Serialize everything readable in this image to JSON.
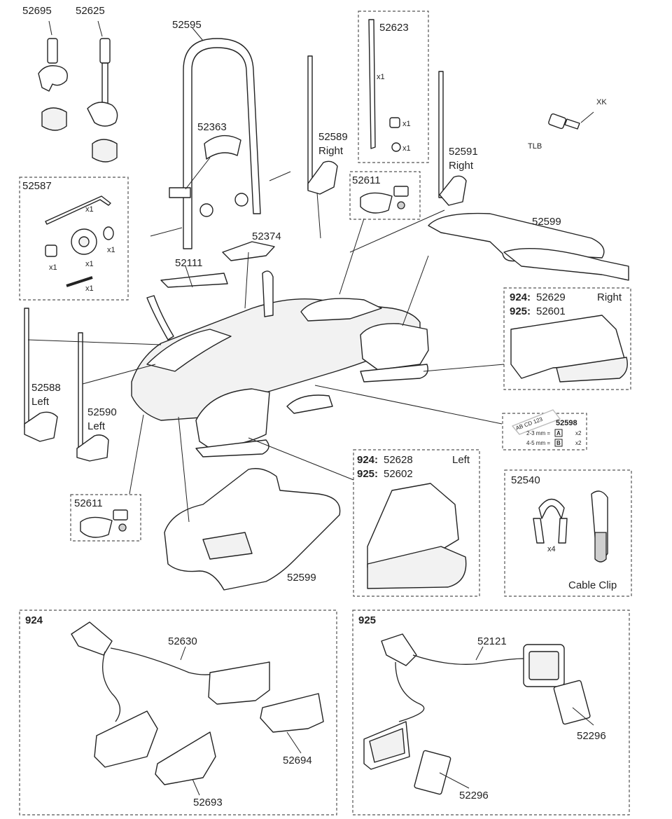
{
  "parts": {
    "p52695": "52695",
    "p52625": "52625",
    "p52595": "52595",
    "p52623": "52623",
    "p52363": "52363",
    "p52589": "52589",
    "p52589_side": "Right",
    "p52591": "52591",
    "p52591_side": "Right",
    "xk": "XK",
    "tlb": "TLB",
    "p52587": "52587",
    "p52611_top": "52611",
    "p52374": "52374",
    "p52599_top": "52599",
    "p52111": "52111",
    "p52588": "52588",
    "p52588_side": "Left",
    "p52590": "52590",
    "p52590_side": "Left",
    "p52611_bottom": "52611",
    "p52599_bottom": "52599",
    "p52598": "52598",
    "p52540": "52540",
    "cable_clip": "Cable Clip"
  },
  "qty": {
    "x1": "x1",
    "x2": "x2",
    "x4": "x4"
  },
  "right_light": {
    "model_a": "924:",
    "part_a": "52629",
    "model_b": "925:",
    "part_b": "52601",
    "side": "Right"
  },
  "left_light": {
    "model_a": "924:",
    "part_a": "52628",
    "model_b": "925:",
    "part_b": "52602",
    "side": "Left"
  },
  "plate": {
    "text": "AB CD 123",
    "row1": "2-3 mm =",
    "row1_key": "A",
    "row2": "4-5 mm =",
    "row2_key": "B"
  },
  "kit924": {
    "title": "924",
    "cable": "52630",
    "lamp_right": "52694",
    "lamp_left": "52693"
  },
  "kit925": {
    "title": "925",
    "cable": "52121",
    "lens_right": "52296",
    "lens_left": "52296"
  }
}
